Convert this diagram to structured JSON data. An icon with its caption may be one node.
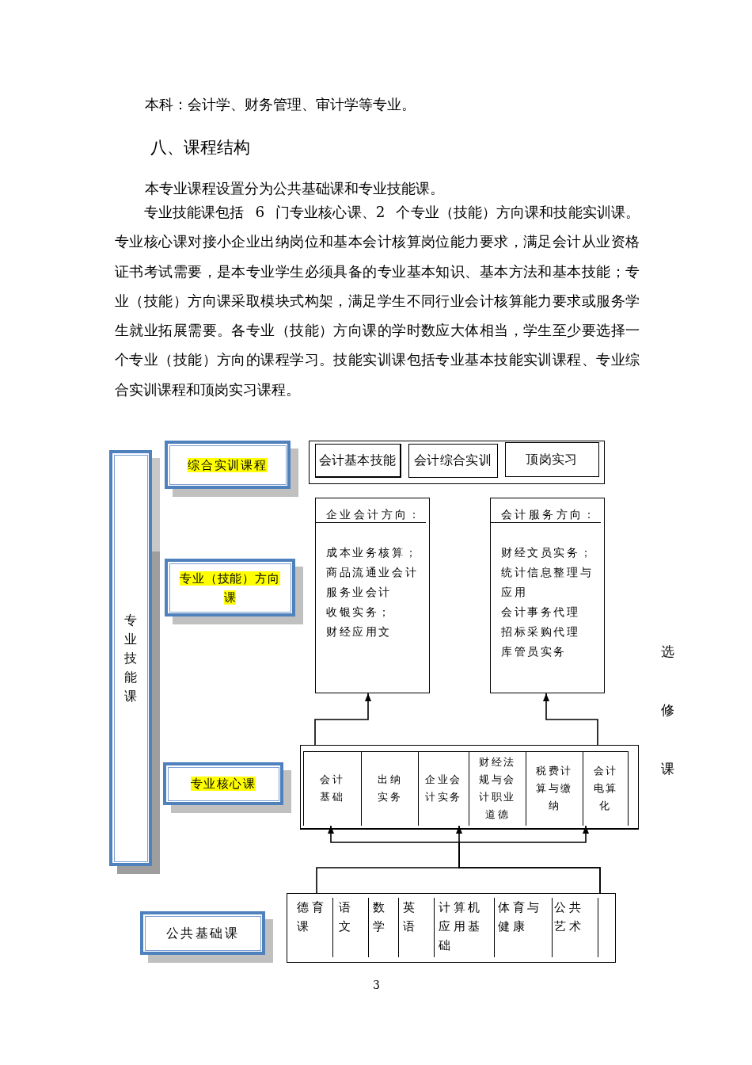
{
  "diagram": {
    "title": "八、课程结构",
    "nodes": [
      {
        "text": [
          "专业技能课"
        ]
      },
      {
        "text": [
          "综合实训课程"
        ]
      },
      {
        "text": [],
        "shape": "box"
      },
      {
        "text": [
          "会计基本技能"
        ],
        "in": 2
      },
      {
        "text": [
          "会计综合实训"
        ],
        "in": 2
      },
      {
        "text": [
          "顶岗实习"
        ],
        "in": 2
      },
      {
        "text": [
          "专业（技能）方向课"
        ]
      },
      {
        "text": [
          "企业会计方向：",
          "成本业务核算；",
          "商品流通业会计",
          "服务业会计",
          "收银实务；",
          "财经应用文"
        ]
      },
      {
        "text": [
          "会计服务方向：",
          "财经文员实务；",
          "统计信息整理与应用",
          "会计事务代理",
          "招标采购代理",
          "库管员实务"
        ]
      },
      {
        "text": [
          "专业核心课"
        ]
      },
      {
        "text": [],
        "shape": "box"
      },
      {
        "text": [
          "会计基础"
        ],
        "in": 10
      },
      {
        "text": [
          "出纳实务"
        ],
        "in": 10
      },
      {
        "text": [
          "企业会计实务"
        ],
        "in": 10
      },
      {
        "text": [
          "财经法规与会计职业道德"
        ],
        "in": 10
      },
      {
        "text": [
          "税费计算与缴纳"
        ],
        "in": 10
      },
      {
        "text": [
          "会计电算化"
        ],
        "in": 10
      },
      {
        "text": [
          "公共基础课"
        ]
      },
      {
        "text": [],
        "shape": "box"
      },
      {
        "text": [
          "德育课"
        ],
        "in": 18
      },
      {
        "text": [
          "语文"
        ],
        "in": 18
      },
      {
        "text": [
          "数学"
        ],
        "in": 18
      },
      {
        "text": [
          "英语"
        ],
        "in": 18
      },
      {
        "text": [
          "计算机应用基础"
        ],
        "in": 18
      },
      {
        "text": [
          "体育与健康"
        ],
        "in": 18
      },
      {
        "text": [
          "公共艺术"
        ],
        "in": 18
      }
    ],
    "edges": [
      {
        "from": 10,
        "to": 7,
        "arrow": "to"
      },
      {
        "from": 10,
        "to": 8,
        "arrow": "to"
      },
      {
        "from": 18,
        "to": 11,
        "arrow": "to"
      },
      {
        "from": 18,
        "to": 13,
        "arrow": "to"
      },
      {
        "from": 18,
        "to": 16,
        "arrow": "to"
      }
    ],
    "labels": [
      "本科：会计学、财务管理、审计学等专业。",
      "本专业课程设置分为公共基础课和专业技能课。",
      "专业技能课包括 6 门专业核心课、2 个专业（技能）方向课和技能实训课。专业核心课对接小企业出纳岗位和基本会计核算岗位能力要求，满足会计从业资格证书考试需要，是本专业学生必须具备的专业基本知识、基本方法和基本技能；专业（技能）方向课采取模块式构架，满足学生不同行业会计核算能力要求或服务学生就业拓展需要。各专业（技能）方向课的学时数应大体相当，学生至少要选择一个专业（技能）方向的课程学习。技能实训课包括专业基本技能实训课程、专业综合实训课程和顶岗实习课程。",
      "选修课",
      "3"
    ]
  }
}
